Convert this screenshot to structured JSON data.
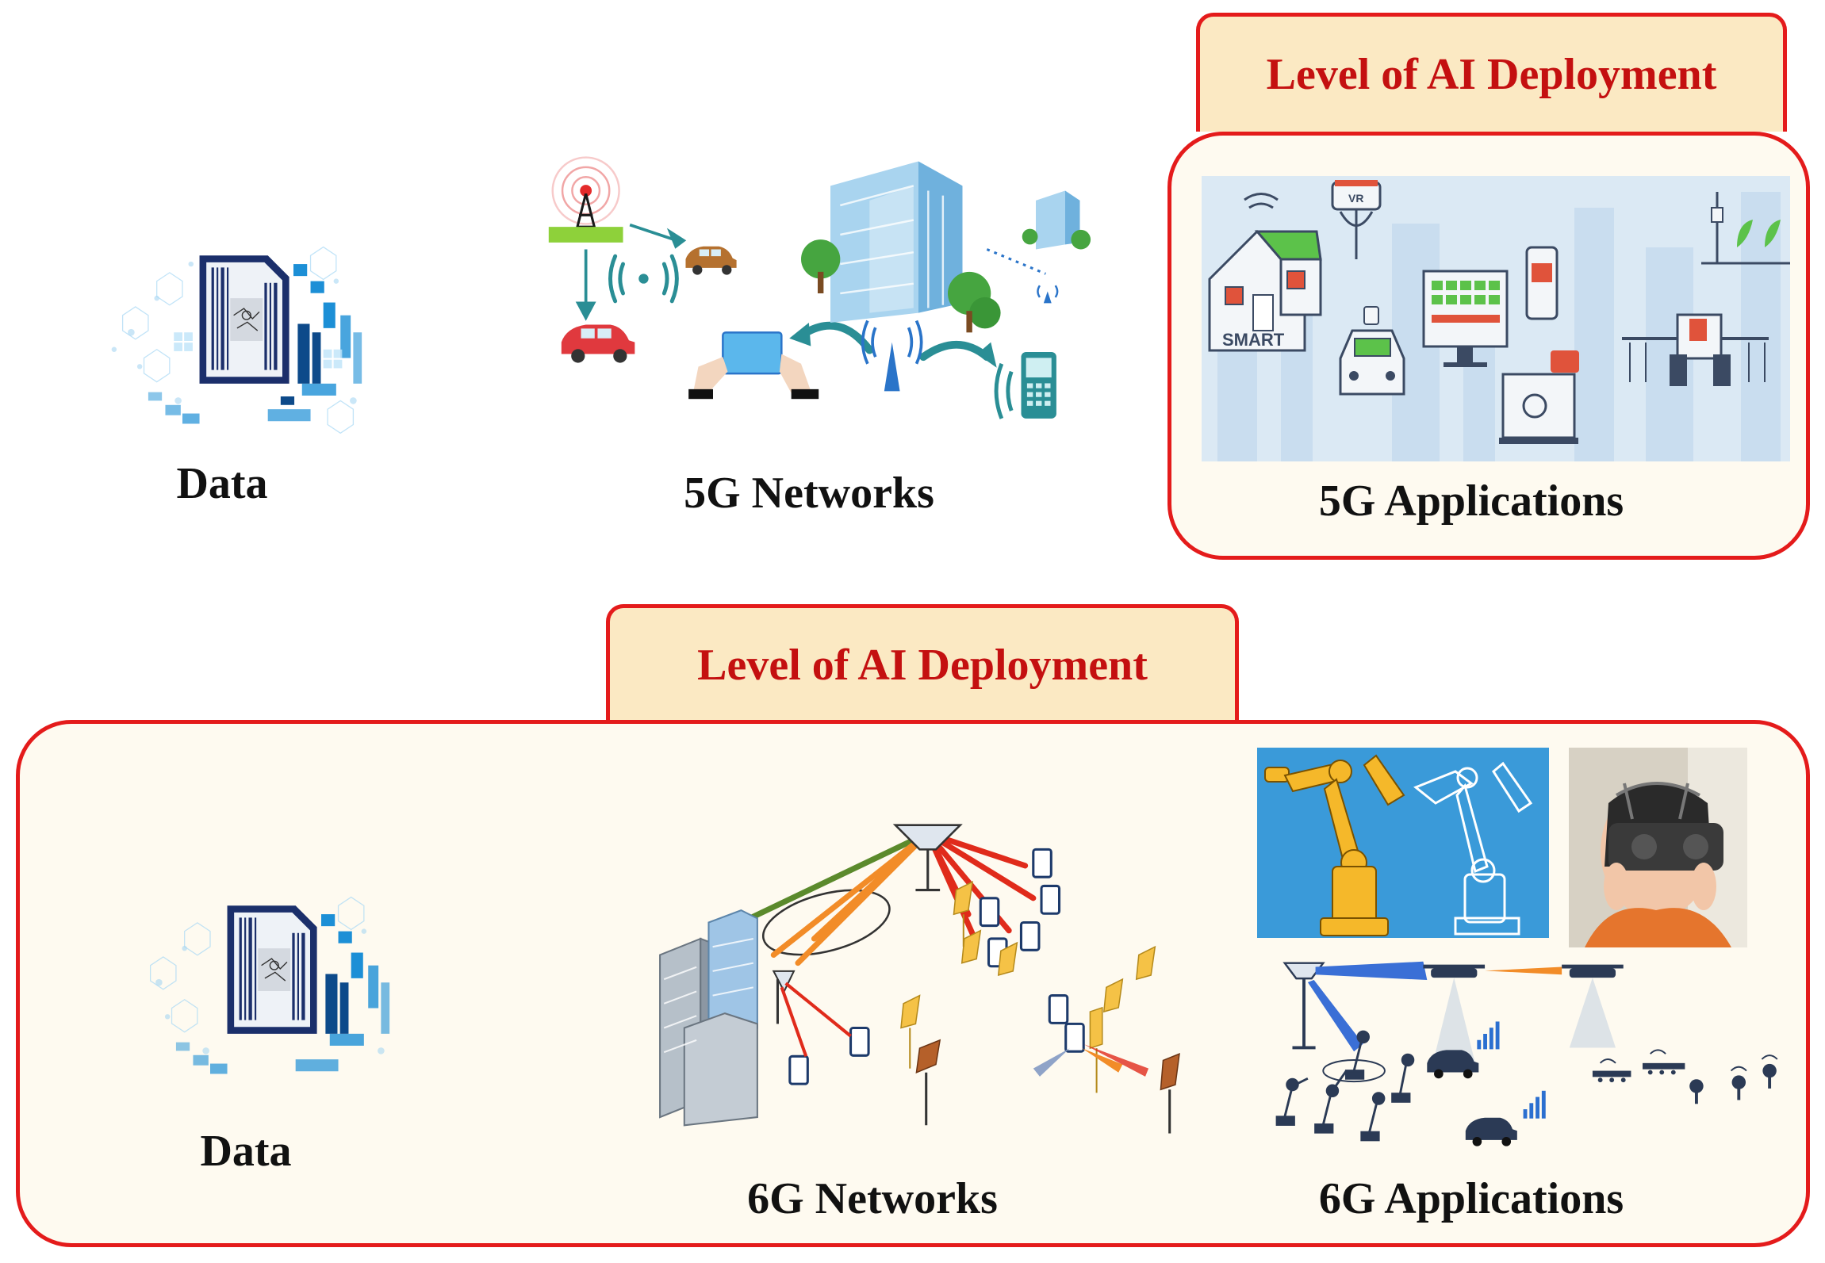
{
  "top": {
    "data_label": "Data",
    "networks_label": "5G Networks",
    "applications_label": "5G Applications",
    "deployment_tag": "Level of AI Deployment",
    "smart_house_text": "SMART",
    "vr_text": "VR"
  },
  "bottom": {
    "data_label": "Data",
    "networks_label": "6G Networks",
    "applications_label": "6G Applications",
    "deployment_tag": "Level of AI Deployment"
  },
  "colors": {
    "border_red": "#e41b1b",
    "tag_text": "#c41010",
    "tag_fill": "#fbe9c3",
    "panel_fill": "#fefaf0",
    "teal": "#2a8e95",
    "blue": "#2a74c9",
    "robot_bg": "#3a9ad9"
  }
}
